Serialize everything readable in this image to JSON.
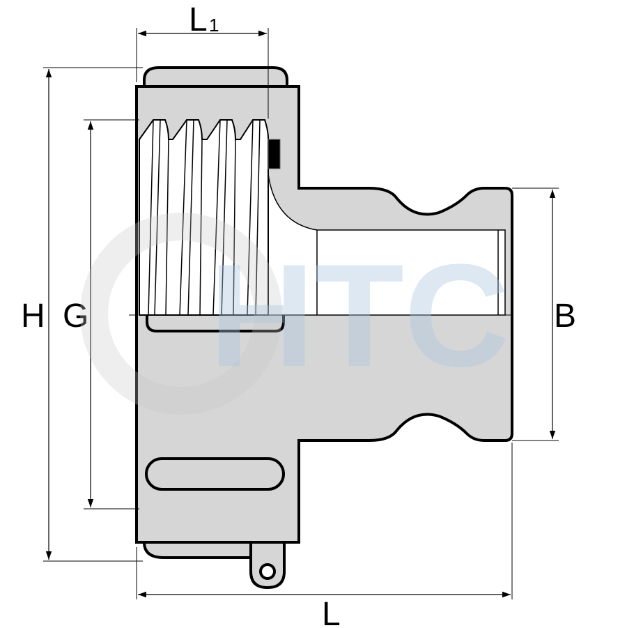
{
  "watermark": "HTC",
  "labels": {
    "L1_main": "L",
    "L1_sub": "1",
    "H": "H",
    "G": "G",
    "B": "B",
    "L": "L"
  },
  "colors": {
    "body": "#d6d6d6",
    "line": "#000000",
    "watermark": "#d8e6f2"
  }
}
